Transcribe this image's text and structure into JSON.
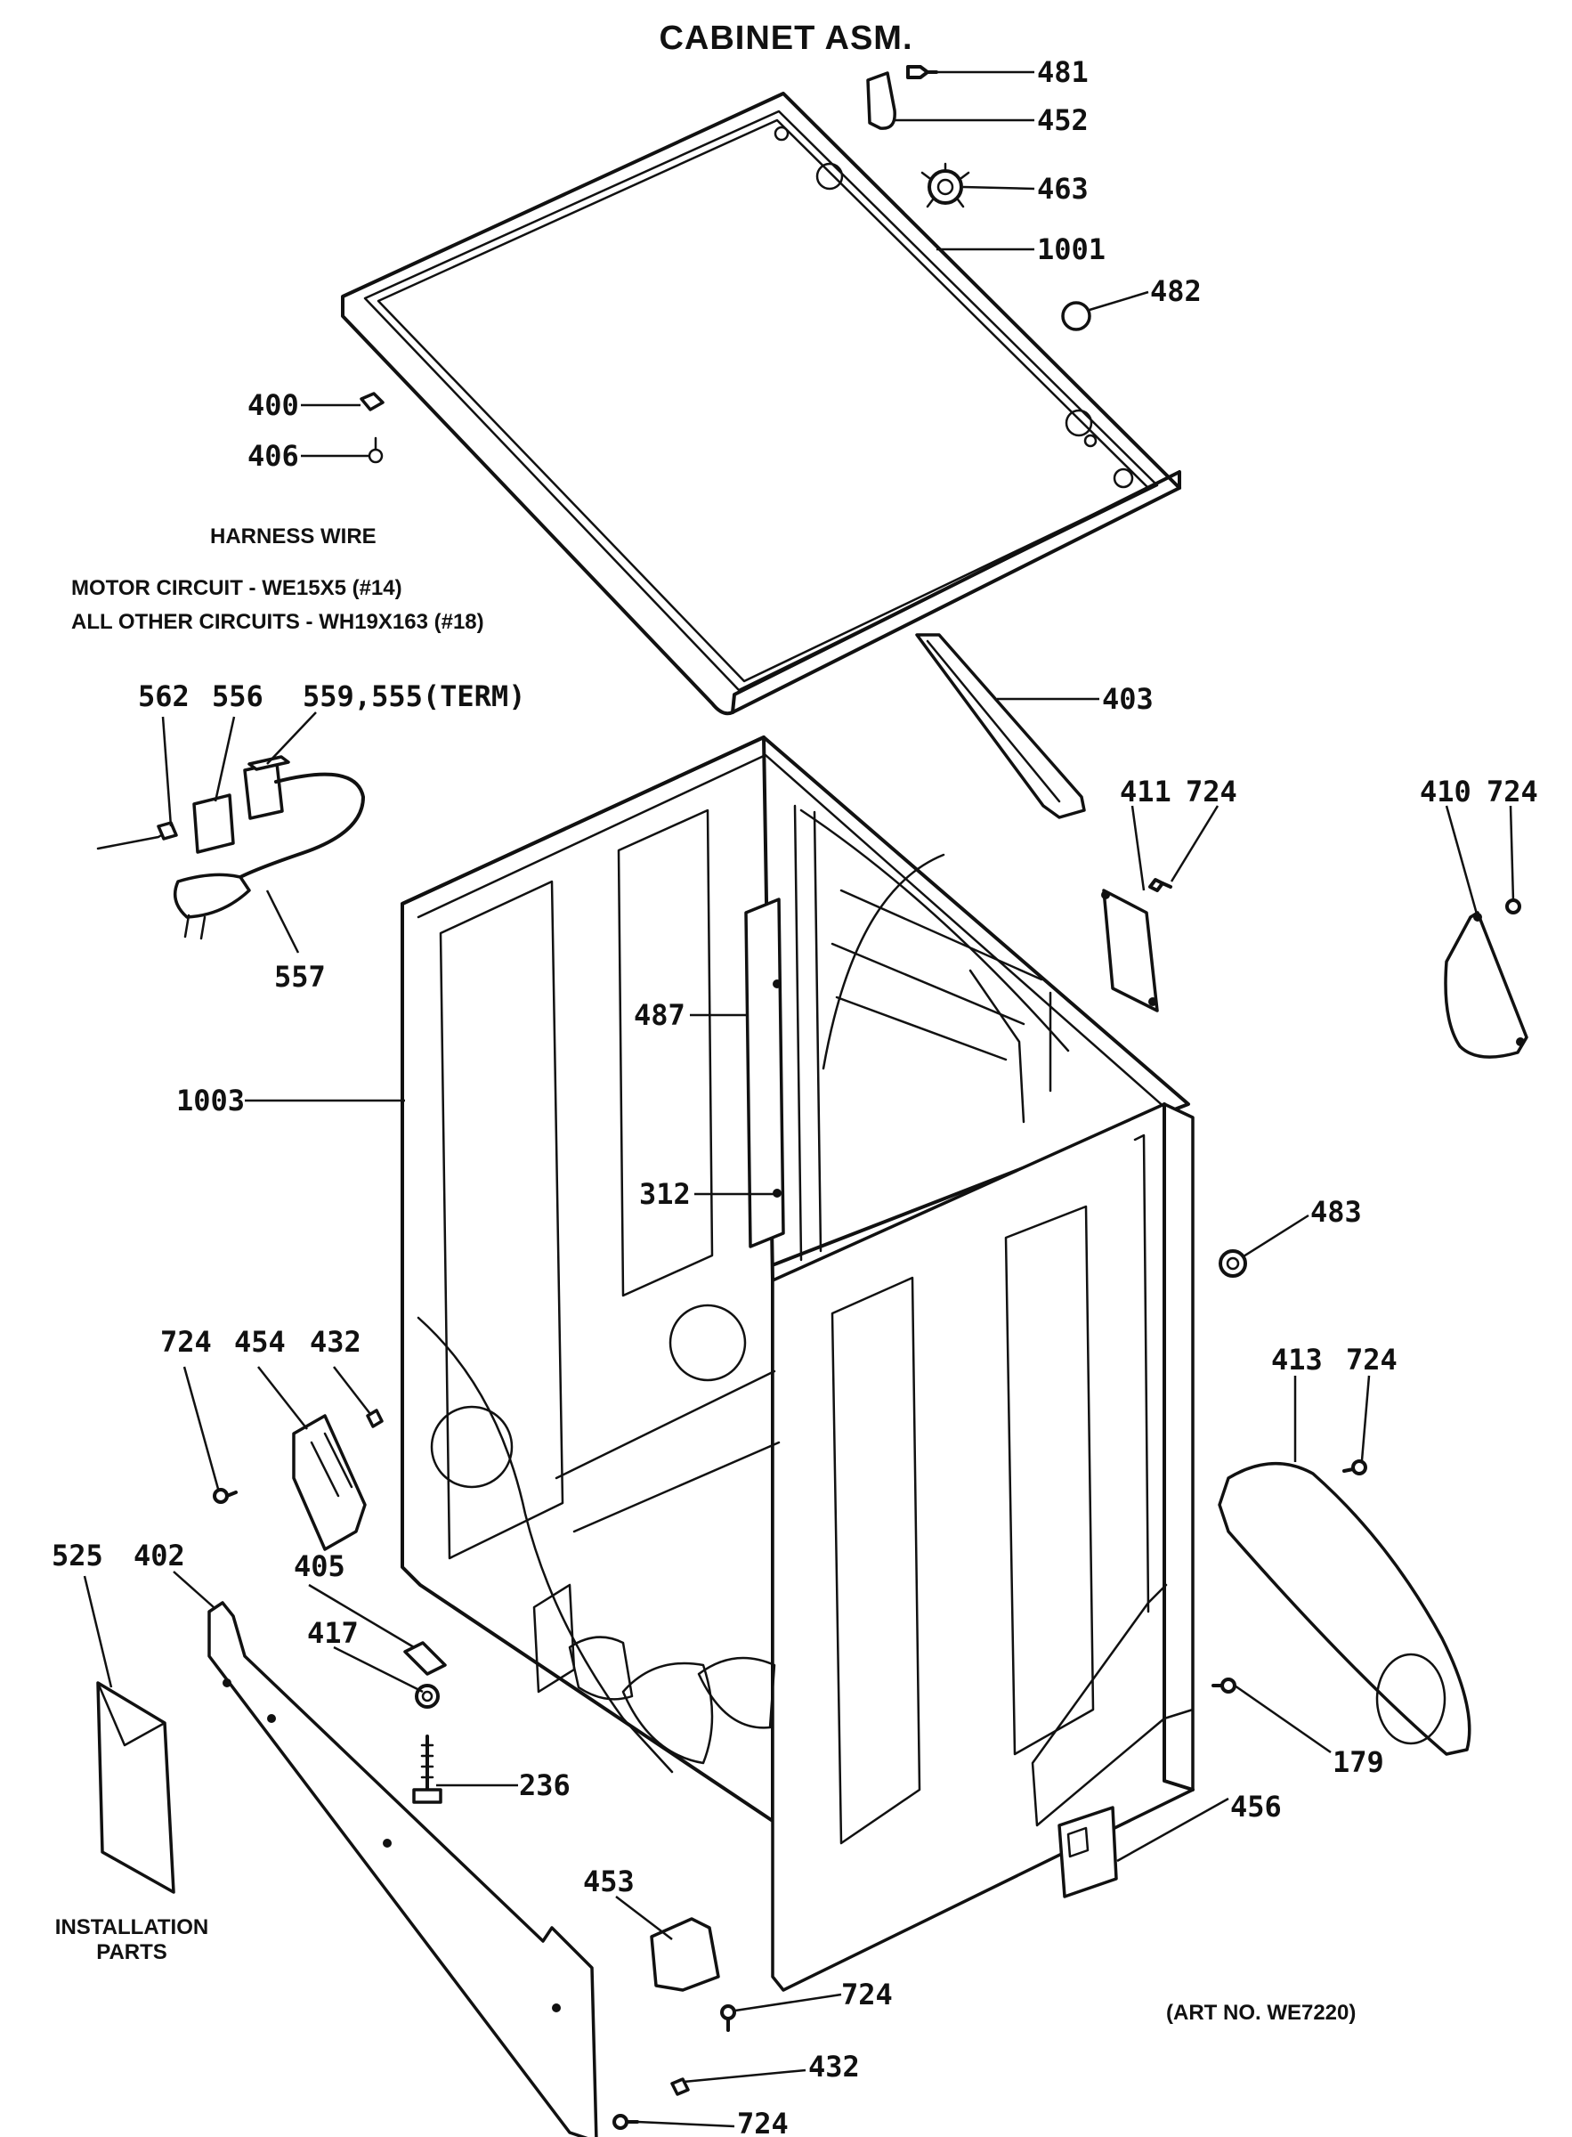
{
  "title": "CABINET ASM.",
  "harness": {
    "heading": "HARNESS WIRE",
    "motor_circuit": "MOTOR CIRCUIT - WE15X5 (#14)",
    "other_circuits": "ALL OTHER CIRCUITS - WH19X163 (#18)"
  },
  "installation": {
    "line1": "INSTALLATION",
    "line2": "PARTS"
  },
  "art_number": "(ART NO. WE7220)",
  "callouts": {
    "c481": "481",
    "c452": "452",
    "c463": "463",
    "c1001": "1001",
    "c482": "482",
    "c400": "400",
    "c406": "406",
    "c403": "403",
    "c562": "562",
    "c556": "556",
    "c559": "559,555(TERM)",
    "c557": "557",
    "c411": "411",
    "c724_411": "724",
    "c410": "410",
    "c724_410": "724",
    "c487": "487",
    "c1003": "1003",
    "c312": "312",
    "c483": "483",
    "c724_454": "724",
    "c454": "454",
    "c432_top": "432",
    "c413": "413",
    "c724_413": "724",
    "c525": "525",
    "c402": "402",
    "c405": "405",
    "c417": "417",
    "c236": "236",
    "c179": "179",
    "c456": "456",
    "c453": "453",
    "c724_b1": "724",
    "c432_b": "432",
    "c724_b2": "724"
  }
}
